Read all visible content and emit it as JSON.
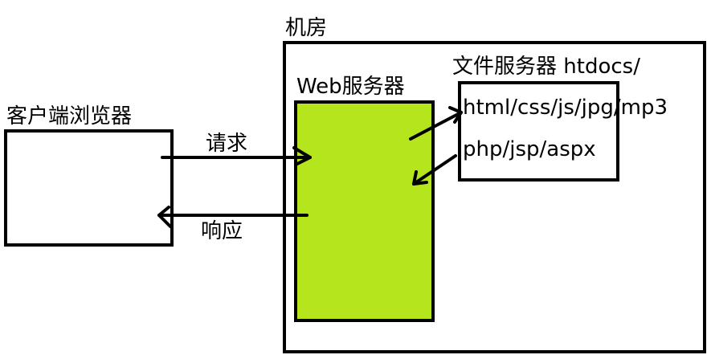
{
  "colors": {
    "background": "#ffffff",
    "stroke": "#000000",
    "web_server_fill": "#b5e61d"
  },
  "client": {
    "label": "客户端浏览器"
  },
  "machine_room": {
    "label": "机房"
  },
  "web_server": {
    "label": "Web服务器"
  },
  "file_server": {
    "label": "文件服务器 htdocs/",
    "files_line1": "html/css/js/jpg/mp3",
    "files_line2": "php/jsp/aspx"
  },
  "arrows": {
    "request": "请求",
    "response": "响应"
  }
}
